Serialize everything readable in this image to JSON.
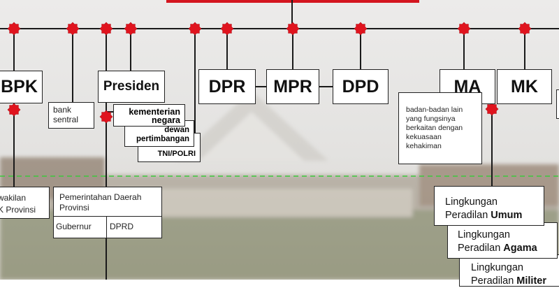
{
  "nodes": {
    "bpk": "BPK",
    "presiden": "Presiden",
    "dpr": "DPR",
    "mpr": "MPR",
    "dpd": "DPD",
    "ma": "MA",
    "mk": "MK"
  },
  "notes": {
    "bank_line1": "bank",
    "bank_line2": "sentral",
    "kementerian_line1": "kementerian",
    "kementerian_line2": "negara",
    "dewan_line1": "dewan",
    "dewan_line2": "pertimbangan",
    "tni": "TNI/POLRI",
    "ma_note_line1": "badan-badan lain",
    "ma_note_line2": "yang fungsinya",
    "ma_note_line3": "berkaitan dengan",
    "ma_note_line4": "kekuasaan",
    "ma_note_line5": "kehakiman"
  },
  "lower": {
    "bpk_perwakilan_line1": "wakilan",
    "bpk_perwakilan_line2": "K Provinsi",
    "pemda_line1": "Pemerintahan Daerah",
    "pemda_line2": "Provinsi",
    "gubernur": "Gubernur",
    "dprd": "DPRD"
  },
  "peradilan": {
    "prefix1": "Lingkungan",
    "prefix2": "Peradilan",
    "umum": "Umum",
    "agama": "Agama",
    "militer": "Militer"
  },
  "colors": {
    "connector_line": "#1a1a1a",
    "junction_marker": "#e0141e",
    "dashed_divider": "#3cc83c",
    "header_bar": "#d4151f"
  }
}
